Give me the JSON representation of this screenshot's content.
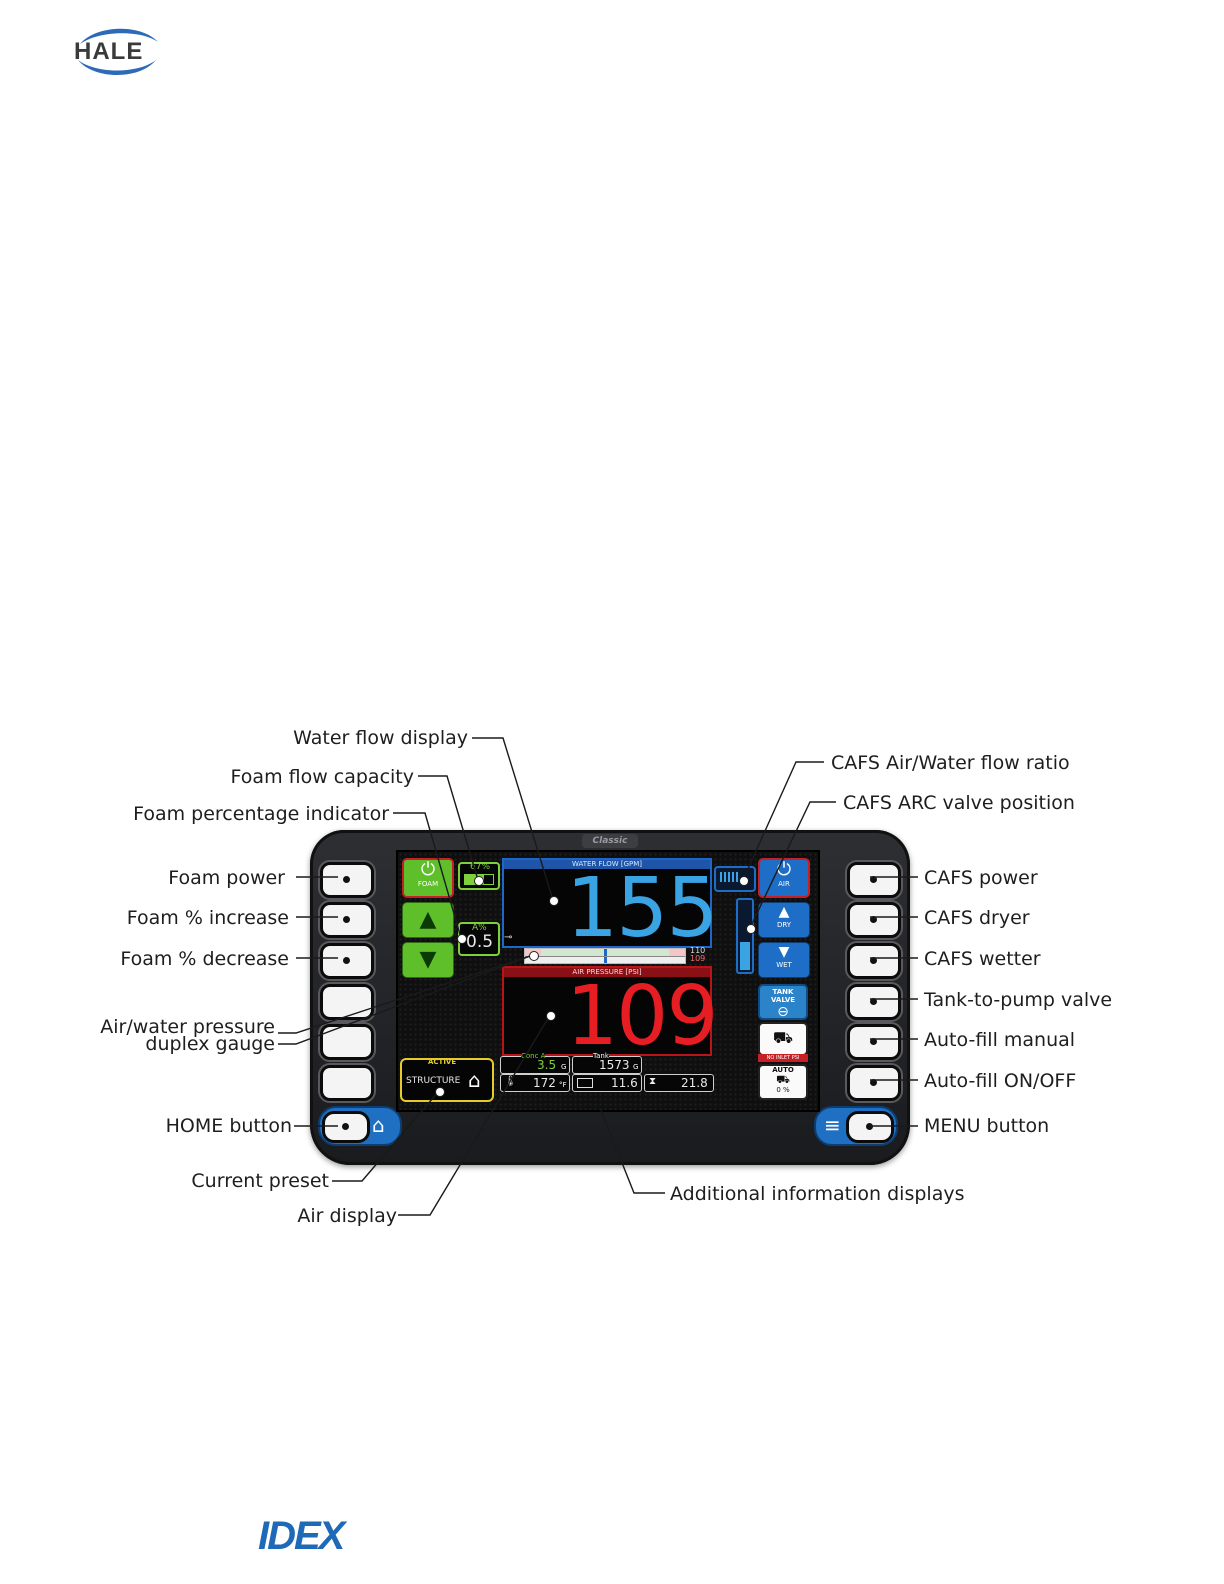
{
  "header": {
    "logo_text": "HALE"
  },
  "footer": {
    "logo_text": "IDEX"
  },
  "callouts": {
    "water_flow_display": "Water flow display",
    "foam_flow_capacity": "Foam flow capacity",
    "foam_percentage_indicator": "Foam percentage indicator",
    "foam_power": "Foam power",
    "foam_increase": "Foam % increase",
    "foam_decrease": "Foam % decrease",
    "duplex_gauge_line1": "Air/water pressure",
    "duplex_gauge_line2": "duplex gauge",
    "home_button": "HOME button",
    "current_preset": "Current preset",
    "air_display": "Air display",
    "additional_info": "Additional information displays",
    "cafs_ratio": "CAFS Air/Water flow ratio",
    "cafs_arc": "CAFS ARC valve position",
    "cafs_power": "CAFS power",
    "cafs_dryer": "CAFS dryer",
    "cafs_wetter": "CAFS wetter",
    "tank_to_pump": "Tank-to-pump valve",
    "autofill_manual": "Auto-fill manual",
    "autofill_onoff": "Auto-fill ON/OFF",
    "menu_button": "MENU button"
  },
  "device": {
    "brand_plate": "Classic",
    "foam_label": "FOAM",
    "foam_capacity_value": "67%",
    "foam_pct_title": "A%",
    "foam_pct_value": "0.5",
    "water_flow_title": "WATER FLOW [GPM]",
    "water_flow_value": "155",
    "air_pressure_title": "AIR PRESSURE [PSI]",
    "air_pressure_value": "109",
    "gauge_readout_top": "110",
    "gauge_readout_bottom": "109",
    "gauge_water_fraction": 0.5,
    "air_label": "AIR",
    "dry_label": "DRY",
    "wet_label": "WET",
    "tank_valve_label": "TANK VALVE",
    "no_inlet_label": "NO INLET PSI",
    "auto_label": "AUTO",
    "auto_pct": "0 %",
    "preset_status": "ACTIVE",
    "preset_name": "STRUCTURE",
    "info": {
      "foam_a_title": "Conc A",
      "foam_a_value": "3.5",
      "foam_a_unit": "G",
      "water_title": "Tank",
      "water_value": "1573",
      "water_unit": "G",
      "temp_value": "172",
      "temp_unit": "°F",
      "battery_value": "11.6",
      "hours_value": "21.8"
    }
  },
  "colors": {
    "foam_green": "#5fbf2a",
    "cafs_blue": "#1e6ec8",
    "water_blue": "#3aa3e3",
    "air_red": "#e61e24",
    "preset_yellow": "#e4cc2a"
  }
}
